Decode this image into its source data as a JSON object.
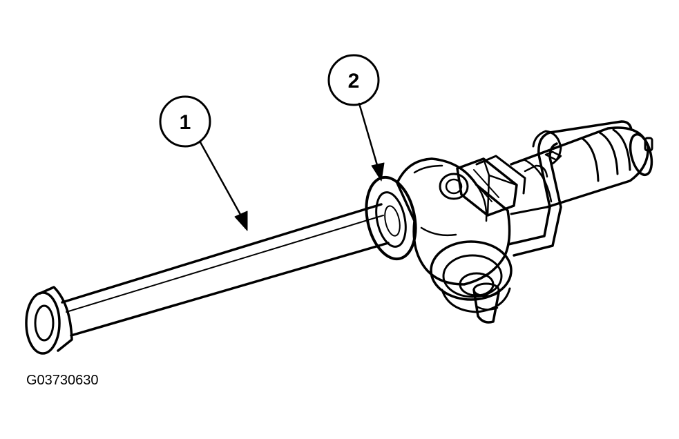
{
  "callouts": [
    {
      "label": "1"
    },
    {
      "label": "2"
    }
  ],
  "figure_code": "G03730630",
  "colors": {
    "ink": "#000000",
    "background": "#ffffff"
  }
}
